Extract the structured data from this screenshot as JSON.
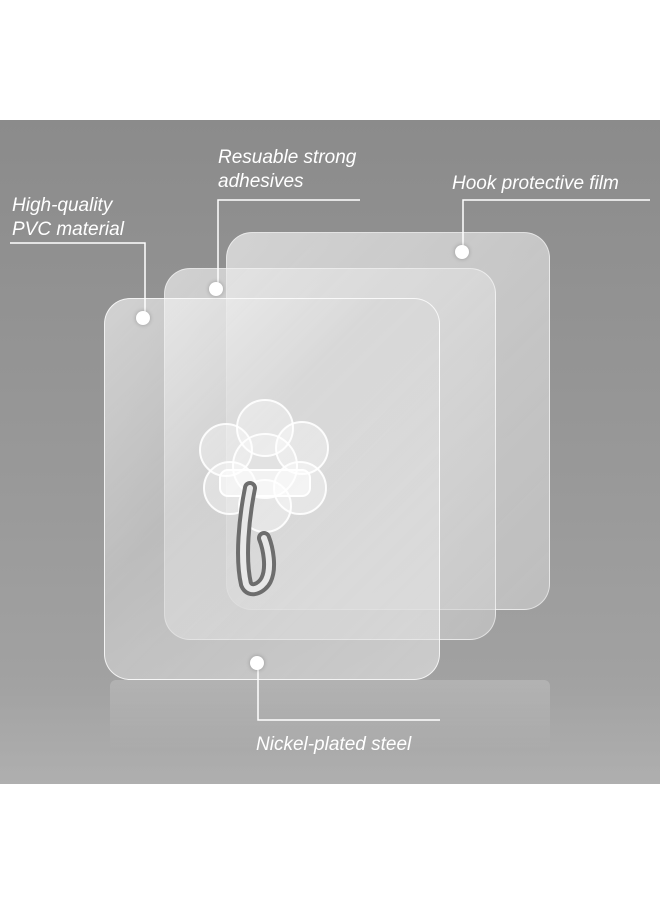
{
  "labels": {
    "pvc_line1": "High-quality",
    "pvc_line2": "PVC material",
    "adhesive_line1": "Resuable strong",
    "adhesive_line2": "adhesives",
    "film": "Hook protective film",
    "steel": "Nickel-plated steel"
  },
  "colors": {
    "background": "#999999",
    "text": "#ffffff"
  }
}
